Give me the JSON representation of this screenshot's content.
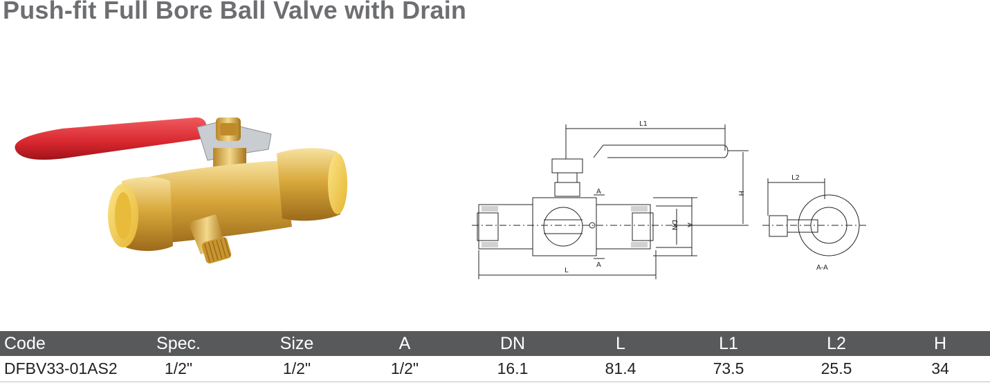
{
  "page": {
    "title": "Push-fit Full Bore Ball Valve with Drain"
  },
  "drawing": {
    "labels": {
      "l1": "L1",
      "l": "L",
      "h": "H",
      "dn": "DN",
      "a": "A",
      "section_mark_top": "A",
      "section_mark_bottom": "A",
      "l2": "L2",
      "section_view": "A-A"
    }
  },
  "table": {
    "headers": [
      "Code",
      "Spec.",
      "Size",
      "A",
      "DN",
      "L",
      "L1",
      "L2",
      "H"
    ],
    "rows": [
      [
        "DFBV33-01AS2",
        "1/2\"",
        "1/2\"",
        "1/2\"",
        "16.1",
        "81.4",
        "73.5",
        "25.5",
        "34"
      ]
    ]
  },
  "colors": {
    "title": "#6d6e71",
    "header_bg": "#58595b",
    "handle_red": "#d7262e",
    "brass": "#d9a93c",
    "fitting_yellow": "#f2c94c"
  }
}
